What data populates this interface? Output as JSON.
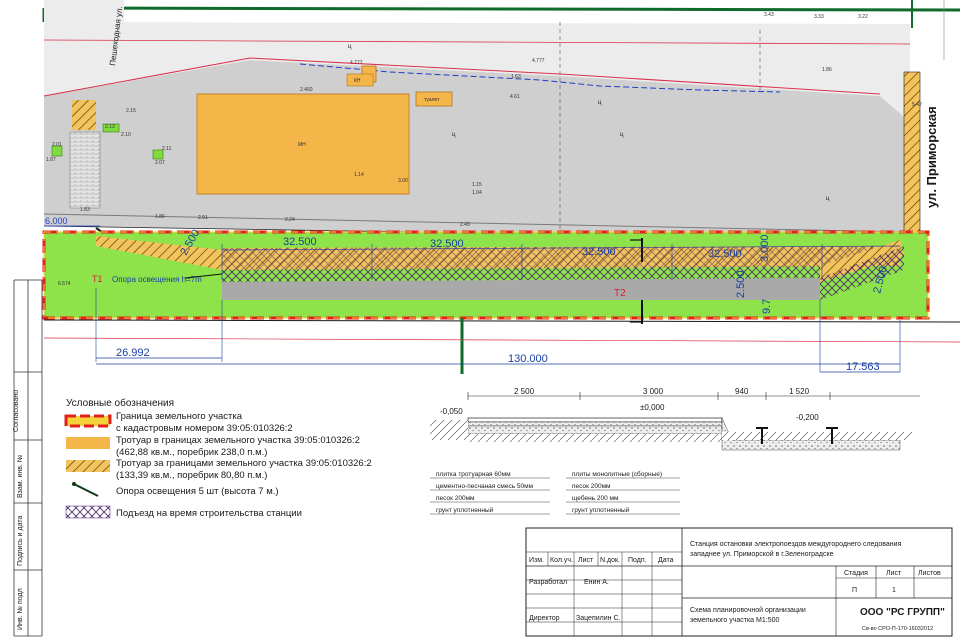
{
  "plan": {
    "street_name": "ул. Приморская",
    "street_side_label": "Пешеходная ул.",
    "buildings": {
      "main_label": "МН",
      "kiosk_1": "КН",
      "kiosk_2": "туалет"
    },
    "platform_label": "Т2",
    "left_label": "Т1",
    "lamp_label": "Опора освещения h=7m",
    "elevation_left": "6.000",
    "elevation_left_2": "6.574",
    "dimensions": {
      "seg_1": "32.500",
      "seg_2": "32.500",
      "seg_3": "32.500",
      "seg_4": "32.500",
      "ramp_left": "2.500",
      "ramp_right": "2.500",
      "width_3000": "3.000",
      "width_2500": "2.500",
      "width_9_8": "9.7",
      "total": "130.000",
      "left_offset": "26.992",
      "right_offset": "17.563"
    },
    "spot_labels": {
      "a": "2.15",
      "b": "2.13",
      "c": "2.10",
      "d": "2.11",
      "e": "2.07",
      "f": "2.01",
      "g": "1.86",
      "h": "2.91",
      "i": "2.24",
      "j": "2.49",
      "k": "1.15",
      "l": "1.04",
      "m": "3.00",
      "n": "1.14",
      "o": "2.460",
      "p": "4.777",
      "q": "4.777",
      "r": "1.63",
      "s": "4.61",
      "t": "1.86",
      "u": "5.42",
      "v": "3.43",
      "w": "3.33",
      "x": "3.22",
      "y": "1.83",
      "z": "1.87"
    },
    "zone_letter": "ц"
  },
  "legend": {
    "title": "Условные обозначения",
    "items": [
      {
        "text_1": "Граница земельного участка",
        "text_2": "с кадастровым номером 39:05:010326:2"
      },
      {
        "text_1": "Тротуар в границах земельного участка 39:05:010326:2",
        "text_2": "(462,88 кв.м., поребрик 238,0 п.м.)"
      },
      {
        "text_1": "Тротуар за границами земельного участка 39:05:010326:2",
        "text_2": "(133,39 кв.м., поребрик 80,80 п.м.)"
      },
      {
        "text_1": "Опора освещения 5 шт (высота 7 м.)",
        "text_2": ""
      },
      {
        "text_1": "Подъезд на время строительства станции",
        "text_2": ""
      }
    ]
  },
  "section": {
    "dims": [
      "2 500",
      "3 000",
      "940",
      "1 520"
    ],
    "levels": [
      "-0,050",
      "±0,000",
      "-0,200"
    ],
    "layers_left": [
      "плитка тротуарная 60мм",
      "цементно-песчаная смесь 50мм",
      "песок 200мм",
      "грунт уплотненный"
    ],
    "layers_right": [
      "плиты монолитные (сборные)",
      "песок 200мм",
      "щебень 200 мм",
      "грунт уплотненный"
    ]
  },
  "side_stamps": [
    "Согласовано",
    "Взам. инв. №",
    "Подпись и дата",
    "Инв. № подл"
  ],
  "title_block": {
    "headers": [
      "Изм.",
      "Кол.уч.",
      "Лист",
      "N.док.",
      "Подп.",
      "Дата"
    ],
    "developer_role": "Разработал",
    "developer_name": "Енин А.",
    "director_role": "Директор",
    "director_name": "Зацепилин С.",
    "project_title_1": "Станция остановки электропоездов междугороднего следования",
    "project_title_2": "западнее ул. Приморской в г.Зеленоградске",
    "stage_header": "Стадия",
    "sheet_header": "Лист",
    "sheets_header": "Листов",
    "stage": "П",
    "sheet": "1",
    "sheets": "",
    "drawing_title_1": "Схема планировочной организации",
    "drawing_title_2": "земельного участка М1:500",
    "company": "ООО \"РС ГРУПП\"",
    "company_note": "Св-во СРО-П-170-16032012"
  }
}
